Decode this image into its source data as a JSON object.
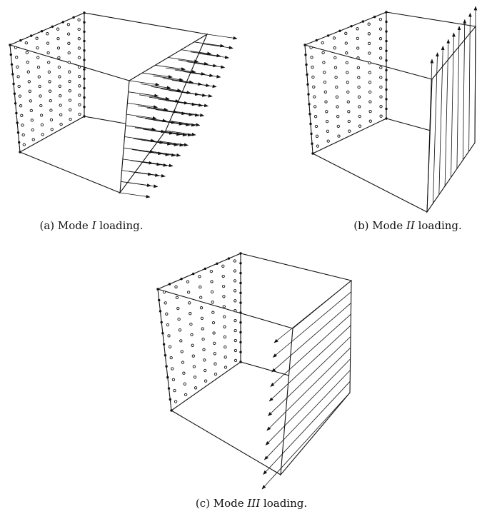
{
  "figure": {
    "panels": [
      {
        "id": "a",
        "label_prefix": "(a) Mode ",
        "mode": "I",
        "label_suffix": " loading.",
        "loading": "mode-I"
      },
      {
        "id": "b",
        "label_prefix": "(b) Mode ",
        "mode": "II",
        "label_suffix": " loading.",
        "loading": "mode-II"
      },
      {
        "id": "c",
        "label_prefix": "(c) Mode ",
        "mode": "III",
        "label_suffix": " loading.",
        "loading": "mode-III"
      }
    ],
    "node_grid": {
      "rows": 11,
      "cols": 7
    },
    "arrow_rows": 11,
    "colors": {
      "line": "#111111",
      "node_fill": "#ffffff"
    }
  }
}
